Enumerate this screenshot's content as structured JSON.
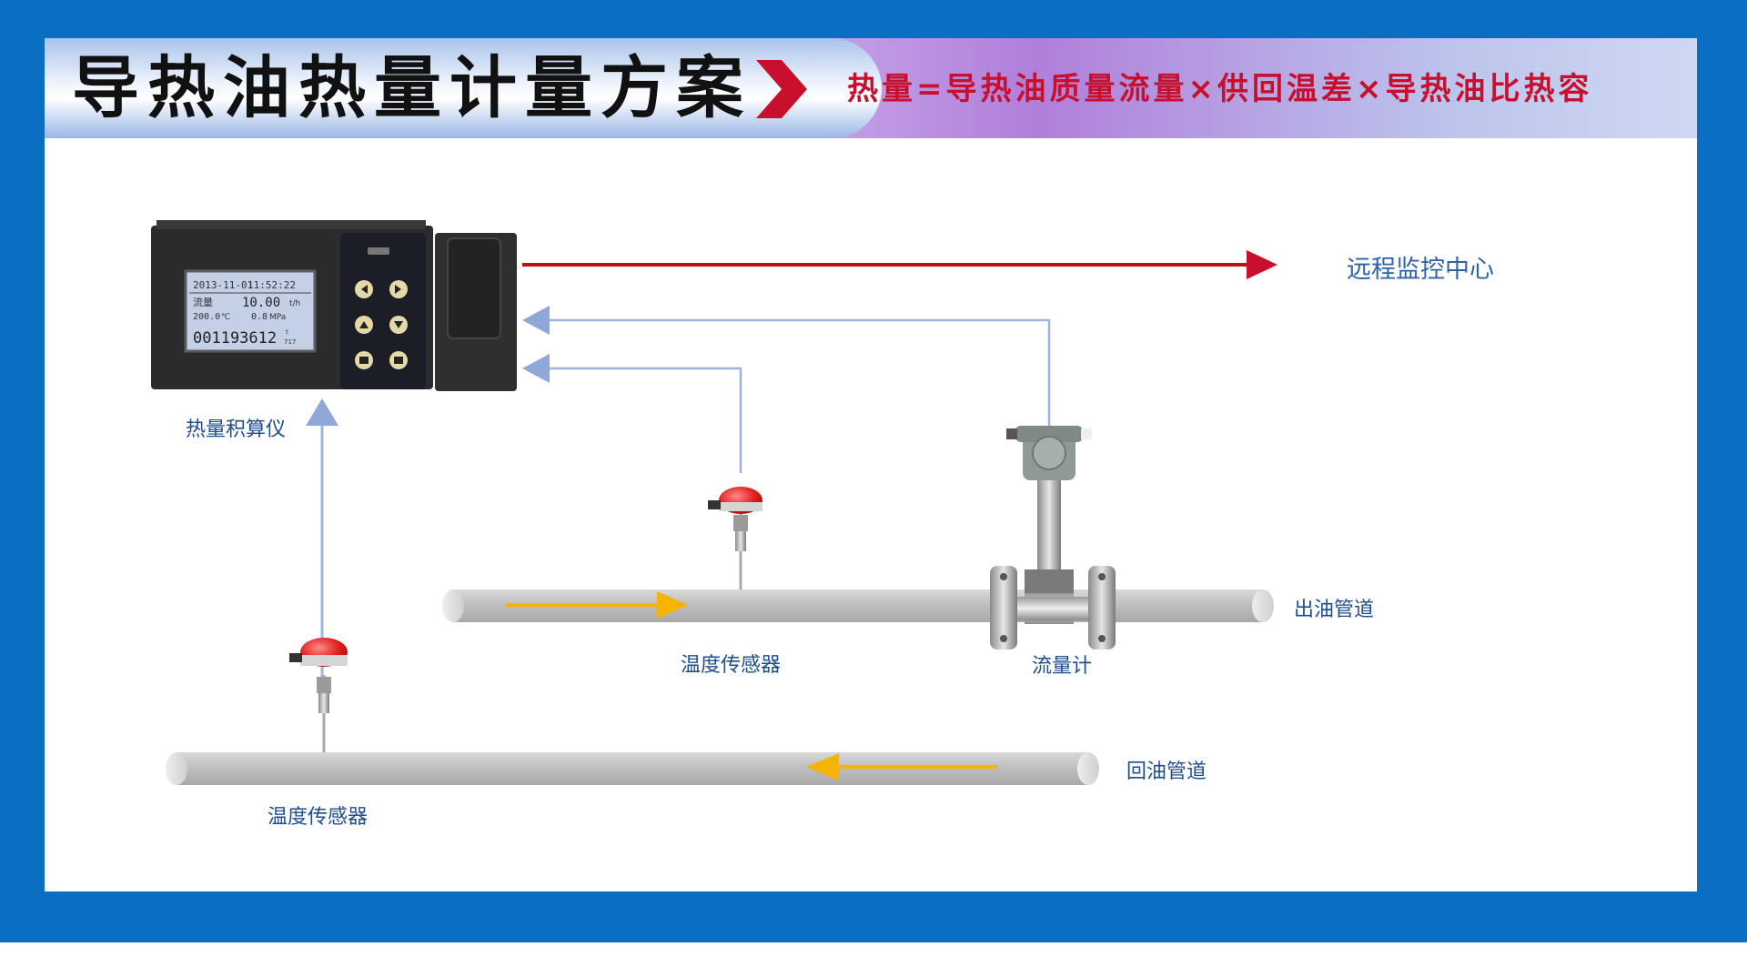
{
  "header": {
    "title": "导热油热量计量方案",
    "formula": "热量=导热油质量流量×供回温差×导热油比热容"
  },
  "labels": {
    "remote_center": "远程监控中心",
    "calculator": "热量积算仪",
    "temp_sensor_supply": "温度传感器",
    "temp_sensor_return": "温度传感器",
    "flowmeter": "流量计",
    "supply_pipe": "出油管道",
    "return_pipe": "回油管道"
  },
  "instrument": {
    "date": "2013-11-01",
    "time": "11:52:22",
    "flow_label": "流量",
    "flow_value": "10.00",
    "flow_unit": "t/h",
    "temperature": "200.0",
    "temp_unit": "℃",
    "pressure": "0.8",
    "pressure_unit": "MPa",
    "total": "001193612",
    "total_unit_top": "t",
    "total_unit_bottom": "717"
  },
  "colors": {
    "frame": "#0a6fc2",
    "title_text": "#111111",
    "formula_text": "#c8102e",
    "label_text": "#1f4e8c",
    "signal_arrow": "#8fa8d8",
    "remote_arrow": "#b5121b",
    "flow_arrow": "#f5b400",
    "pipe": "#c2c2c2"
  }
}
